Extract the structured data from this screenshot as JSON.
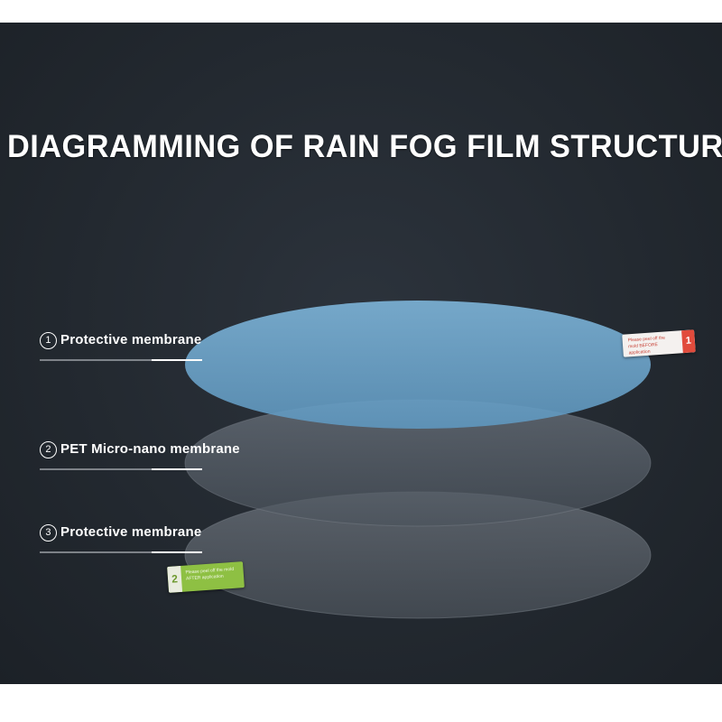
{
  "title": "DIAGRAMMING OF RAIN FOG FILM STRUCTURE",
  "layers": [
    {
      "number": "1",
      "label": "Protective membrane"
    },
    {
      "number": "2",
      "label": "PET Micro-nano membrane"
    },
    {
      "number": "3",
      "label": "Protective membrane"
    }
  ],
  "tabs": {
    "red": {
      "number": "1",
      "text": "Please peel off the mold BEFORE application"
    },
    "green": {
      "number": "2",
      "text": "Please peel off the mold AFTER application"
    }
  },
  "colors": {
    "background": "#232930",
    "top_layer": "#6fa6cc",
    "middle_layer": "#59616b",
    "bottom_layer": "#5d646d",
    "red_tab": "#e14b3c",
    "green_tab": "#8ec043"
  }
}
